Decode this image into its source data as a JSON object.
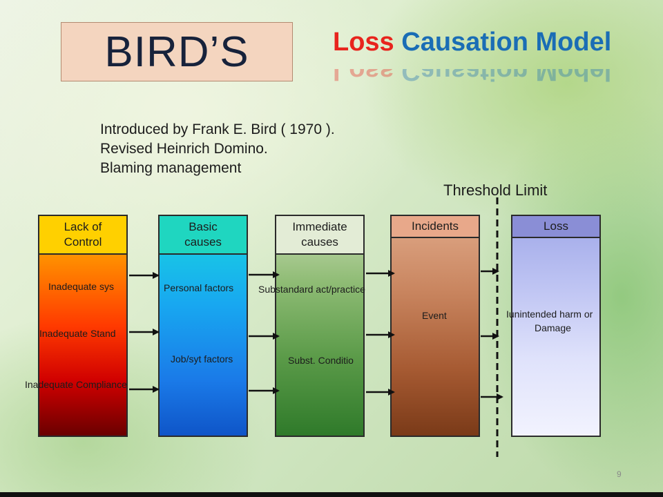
{
  "slide": {
    "title_box": "BIRD’S",
    "heading": {
      "word1": "Loss",
      "word2": "Causation Model"
    },
    "intro_lines": [
      "Introduced by Frank E. Bird ( 1970 ).",
      "Revised Heinrich Domino.",
      "Blaming management"
    ],
    "threshold_label": "Threshold Limit",
    "page_number": "9"
  },
  "columns": [
    {
      "header": "Lack of Control",
      "items": [
        "Inadequate sys",
        "Inadequate Stand",
        "Inadequate Compliance"
      ],
      "header_color": "#ffd000"
    },
    {
      "header": "Basic causes",
      "items": [
        "Personal factors",
        "Job/syt factors"
      ],
      "header_color": "#1fd6c0"
    },
    {
      "header": "Immediate causes",
      "items": [
        "Substandard act/practice",
        "Subst. Conditio"
      ],
      "header_color": "#e3ecd6"
    },
    {
      "header": "Incidents",
      "items": [
        "Event"
      ],
      "header_color": "#e8a88a"
    },
    {
      "header": "Loss",
      "items": [
        "Iunintended harm or",
        "Damage"
      ],
      "header_color": "#8a8ed6"
    }
  ]
}
